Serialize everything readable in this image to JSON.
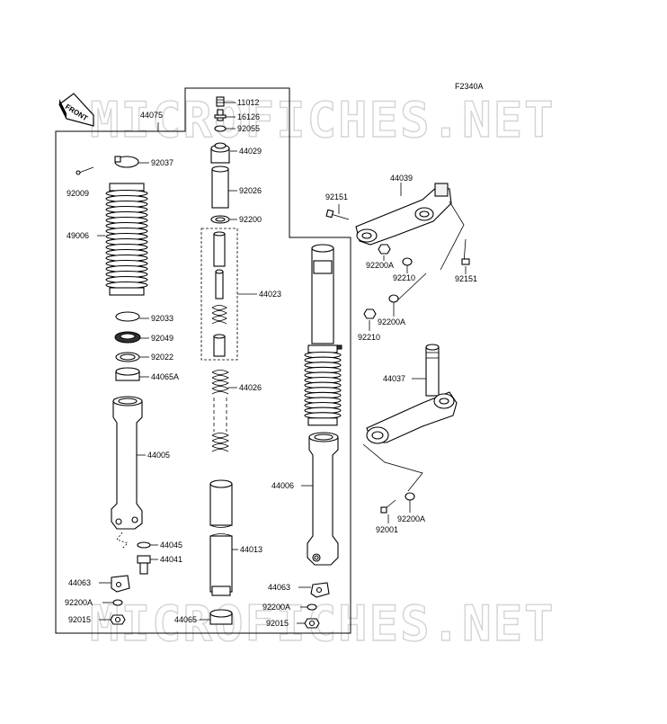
{
  "figure_code": "F2340A",
  "watermark": "MICROFICHES.NET",
  "front_badge": "FRONT",
  "assembly_label": "44075",
  "parts": [
    {
      "id": "p11012",
      "label": "11012"
    },
    {
      "id": "p16126",
      "label": "16126"
    },
    {
      "id": "p92055",
      "label": "92055"
    },
    {
      "id": "p44029",
      "label": "44029"
    },
    {
      "id": "p92026",
      "label": "92026"
    },
    {
      "id": "p92200",
      "label": "92200"
    },
    {
      "id": "p44023",
      "label": "44023"
    },
    {
      "id": "p44026",
      "label": "44026"
    },
    {
      "id": "p44013",
      "label": "44013"
    },
    {
      "id": "p44065b",
      "label": "44065"
    },
    {
      "id": "p92037",
      "label": "92037"
    },
    {
      "id": "p92009",
      "label": "92009"
    },
    {
      "id": "p49006",
      "label": "49006"
    },
    {
      "id": "p92033",
      "label": "92033"
    },
    {
      "id": "p92049",
      "label": "92049"
    },
    {
      "id": "p92022",
      "label": "92022"
    },
    {
      "id": "p44065a",
      "label": "44065A"
    },
    {
      "id": "p44005",
      "label": "44005"
    },
    {
      "id": "p44045",
      "label": "44045"
    },
    {
      "id": "p44041",
      "label": "44041"
    },
    {
      "id": "p44063l",
      "label": "44063"
    },
    {
      "id": "p92200al",
      "label": "92200A"
    },
    {
      "id": "p92015l",
      "label": "92015"
    },
    {
      "id": "p44006",
      "label": "44006"
    },
    {
      "id": "p44063r",
      "label": "44063"
    },
    {
      "id": "p92200ar",
      "label": "92200A"
    },
    {
      "id": "p92015r",
      "label": "92015"
    },
    {
      "id": "p92151a",
      "label": "92151"
    },
    {
      "id": "p44039",
      "label": "44039"
    },
    {
      "id": "p92200a1",
      "label": "92200A"
    },
    {
      "id": "p92210a",
      "label": "92210"
    },
    {
      "id": "p92151b",
      "label": "92151"
    },
    {
      "id": "p92200a2",
      "label": "92200A"
    },
    {
      "id": "p92210b",
      "label": "92210"
    },
    {
      "id": "p44037",
      "label": "44037"
    },
    {
      "id": "p92001",
      "label": "92001"
    },
    {
      "id": "p92200a3",
      "label": "92200A"
    }
  ]
}
